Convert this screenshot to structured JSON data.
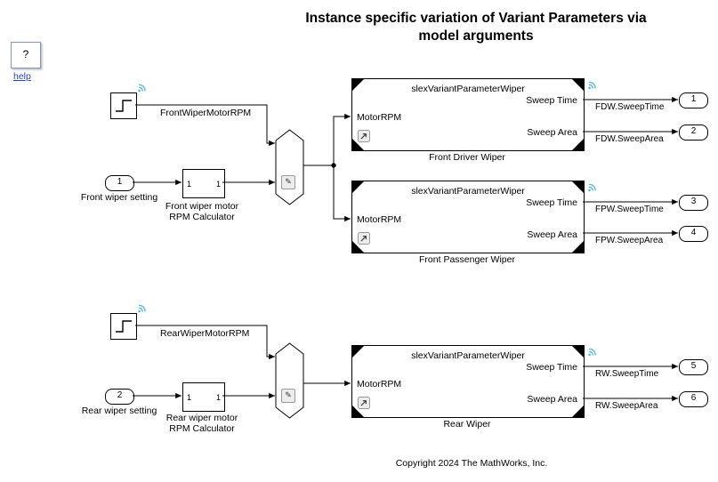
{
  "title": {
    "line1": "Instance specific variation of Variant Parameters via",
    "line2": "model arguments"
  },
  "help_block": {
    "glyph": "?",
    "link_label": "help"
  },
  "copyright": "Copyright 2024 The MathWorks, Inc.",
  "colors": {
    "wire": "#000000",
    "wireless": "#58b8dc",
    "link": "#2644cc"
  },
  "icons": {
    "pencil_glyph": "✎"
  },
  "front": {
    "step_source": {
      "label": "FrontWiperMotorRPM"
    },
    "inport": {
      "number": "1",
      "label": "Front wiper setting"
    },
    "calculator": {
      "in_port": "1",
      "out_port": "1",
      "name_line1": "Front wiper motor",
      "name_line2": "RPM Calculator"
    },
    "driver_wiper": {
      "header": "slexVariantParameterWiper",
      "input_label": "MotorRPM",
      "output1_label": "Sweep Time",
      "output2_label": "Sweep Area",
      "caption": "Front Driver Wiper",
      "signal1": "FDW.SweepTime",
      "signal2": "FDW.SweepArea",
      "outport1": "1",
      "outport2": "2"
    },
    "passenger_wiper": {
      "header": "slexVariantParameterWiper",
      "input_label": "MotorRPM",
      "output1_label": "Sweep Time",
      "output2_label": "Sweep Area",
      "caption": "Front Passenger Wiper",
      "signal1": "FPW.SweepTime",
      "signal2": "FPW.SweepArea",
      "outport1": "3",
      "outport2": "4"
    }
  },
  "rear": {
    "step_source": {
      "label": "RearWiperMotorRPM"
    },
    "inport": {
      "number": "2",
      "label": "Rear wiper setting"
    },
    "calculator": {
      "in_port": "1",
      "out_port": "1",
      "name_line1": "Rear wiper motor",
      "name_line2": "RPM Calculator"
    },
    "wiper": {
      "header": "slexVariantParameterWiper",
      "input_label": "MotorRPM",
      "output1_label": "Sweep Time",
      "output2_label": "Sweep Area",
      "caption": "Rear Wiper",
      "signal1": "RW.SweepTime",
      "signal2": "RW.SweepArea",
      "outport1": "5",
      "outport2": "6"
    }
  }
}
